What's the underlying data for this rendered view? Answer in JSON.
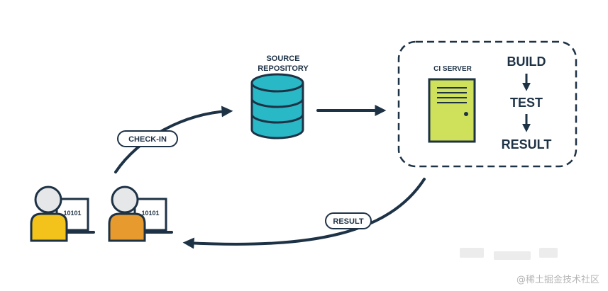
{
  "labels": {
    "source_repository": [
      "SOURCE",
      "REPOSITORY"
    ],
    "ci_server": "CI SERVER",
    "build": "BUILD",
    "test": "TEST",
    "result": "RESULT",
    "check_in": "CHECK-IN",
    "result_pill": "RESULT",
    "dev_screen_1": "10101",
    "dev_screen_2": "10101"
  },
  "watermark": "@稀土掘金技术社区",
  "colors": {
    "dark_navy": "#1e3246",
    "database_teal": "#29b8c6",
    "server_lime": "#cfe05a",
    "person_face": "#e6e7e8",
    "person_yellow": "#f3c21b",
    "person_orange": "#e79a2e"
  }
}
